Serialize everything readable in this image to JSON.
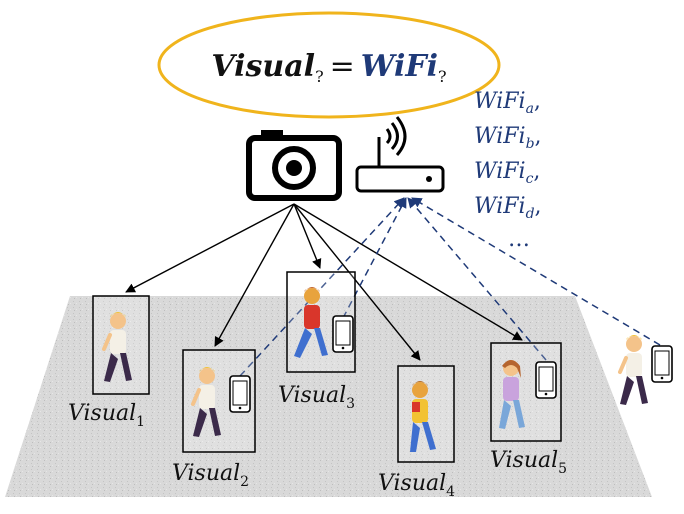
{
  "equation": {
    "left": "Visual",
    "left_sub": "?",
    "equals": "=",
    "right": "WiFi",
    "right_sub": "?"
  },
  "wifi_list": [
    {
      "base": "WiFi",
      "sub": "a",
      "tail": ","
    },
    {
      "base": "WiFi",
      "sub": "b",
      "tail": ","
    },
    {
      "base": "WiFi",
      "sub": "c",
      "tail": ","
    },
    {
      "base": "WiFi",
      "sub": "d",
      "tail": ","
    }
  ],
  "wifi_more": "…",
  "visual_labels": [
    {
      "base": "Visual",
      "sub": "1"
    },
    {
      "base": "Visual",
      "sub": "2"
    },
    {
      "base": "Visual",
      "sub": "3"
    },
    {
      "base": "Visual",
      "sub": "4"
    },
    {
      "base": "Visual",
      "sub": "5"
    }
  ],
  "icons": {
    "camera": "camera-icon",
    "router": "wifi-router-icon",
    "phone": "smartphone-icon",
    "person": "walking-person-icon"
  },
  "colors": {
    "ellipse_stroke": "#f0b41c",
    "wifi_text": "#1f3a78",
    "dashed_line": "#1f3a78",
    "solid_line": "#000000",
    "floor": "#d6d6d6"
  }
}
